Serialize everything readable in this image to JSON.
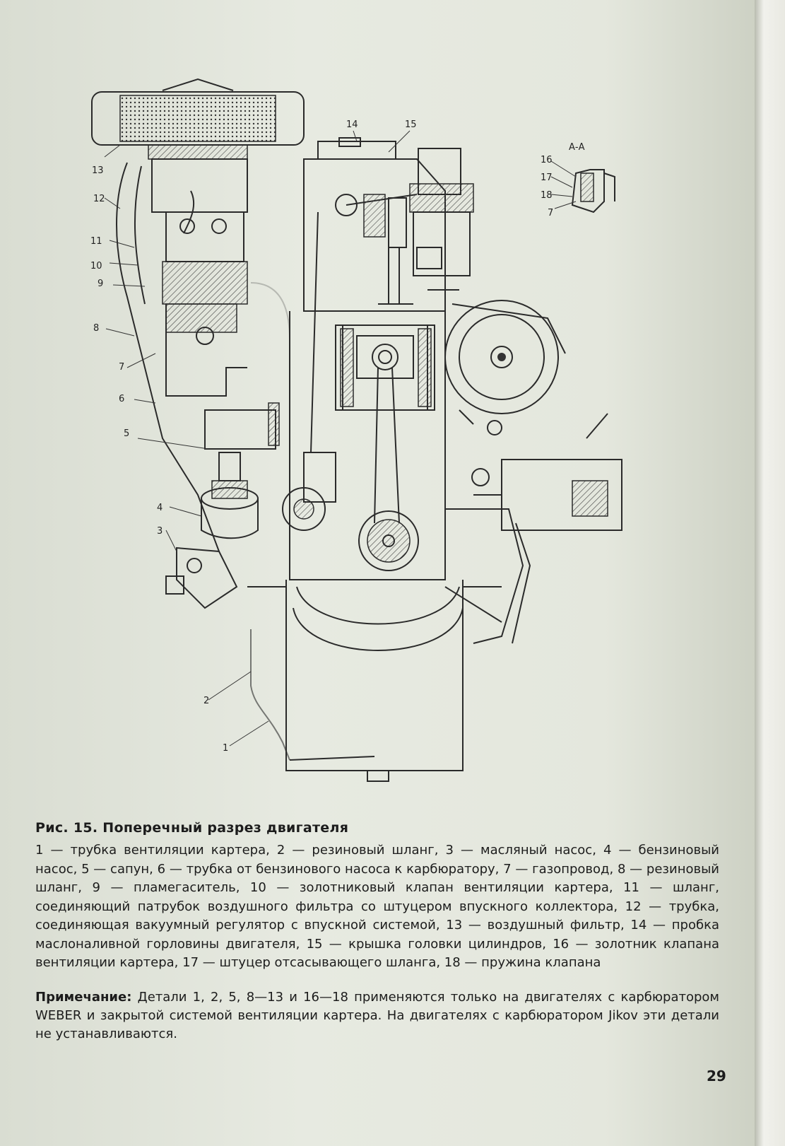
{
  "figure": {
    "section_label": "А-А",
    "callouts": [
      "1",
      "2",
      "3",
      "4",
      "5",
      "6",
      "7",
      "8",
      "9",
      "10",
      "11",
      "12",
      "13",
      "14",
      "15",
      "16",
      "17",
      "18",
      "7"
    ]
  },
  "caption": {
    "title": "Рис. 15. Поперечный разрез двигателя",
    "legend": "1 — трубка вентиляции картера, 2 — резиновый шланг, 3 — масляный насос, 4 — бензиновый насос, 5 — сапун, 6 — трубка от бензинового насоса к карбюратору, 7 — газопровод, 8 — резиновый шланг, 9 — пламегаситель, 10 — золотниковый клапан вентиляции картера, 11 — шланг, соединяющий патрубок воздушного фильтра со штуцером впускного коллектора, 12 — трубка, соединяющая вакуумный регулятор с впускной системой, 13 — воздушный фильтр, 14 — пробка маслоналивной горловины двигателя, 15 — крышка головки цилиндров, 16 — золотник клапана вентиляции картера, 17 — штуцер отсасывающего шланга, 18 — пружина клапана",
    "note_label": "Примечание:",
    "note_text": " Детали 1, 2, 5, 8—13 и 16—18 применяются только на двигателях с карбюратором WEBER и закрытой системой вентиляции картера. На двигателях с карбюратором Jikov эти детали не устанавливаются."
  },
  "page_number": "29"
}
